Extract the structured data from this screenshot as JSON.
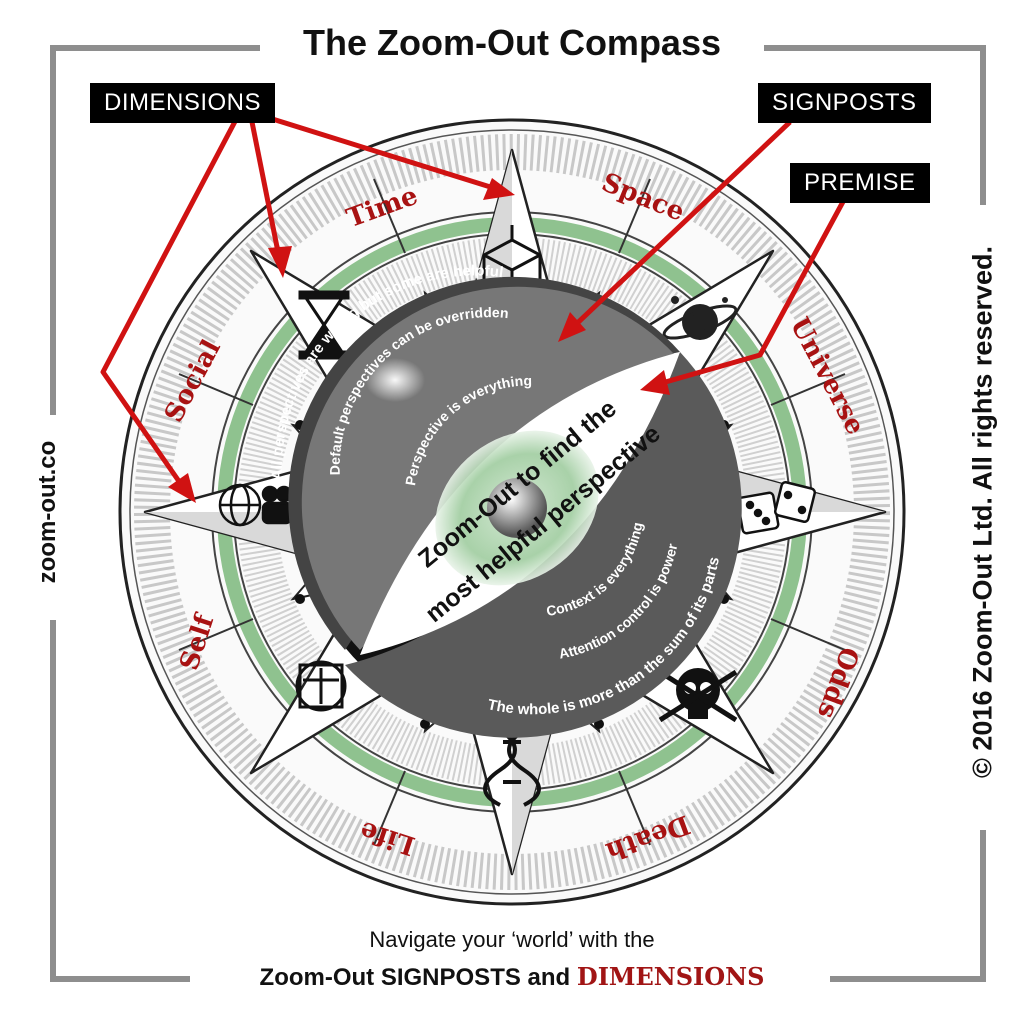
{
  "title": "The Zoom-Out Compass",
  "tags": {
    "dimensions": "DIMENSIONS",
    "signposts": "SIGNPOSTS",
    "premise": "PREMISE"
  },
  "side_left": "zoom-out.co",
  "side_right": "© 2016 Zoom-Out Ltd. All rights reserved.",
  "dimensions": [
    "Time",
    "Space",
    "Universe",
    "Odds",
    "Death",
    "Life",
    "Self",
    "Social"
  ],
  "icons": [
    "cube-icon",
    "planet-icon",
    "dice-icon",
    "skull-icon",
    "dna-icon",
    "vitruvian-icon",
    "people-globe-icon",
    "hourglass-icon"
  ],
  "signposts": {
    "left": [
      "All perspectives are wrong but some are helpful",
      "Default perspectives can be overridden",
      "Perspective is everything"
    ],
    "right": [
      "Context is everything",
      "Attention control is power",
      "The whole is more than the sum of its parts"
    ]
  },
  "premise": {
    "line1": "Zoom-Out to find the",
    "line2": "most helpful perspective"
  },
  "footer": {
    "line1": "Navigate your ‘world’ with the",
    "line2_prefix": "Zoom-Out SIGNPOSTS and ",
    "line2_accent": "DIMENSIONS"
  },
  "colors": {
    "dimension_text": "#a81212",
    "arrow": "#d01212",
    "ring_green": "#8fc28f",
    "frame": "#8e8e8e"
  }
}
